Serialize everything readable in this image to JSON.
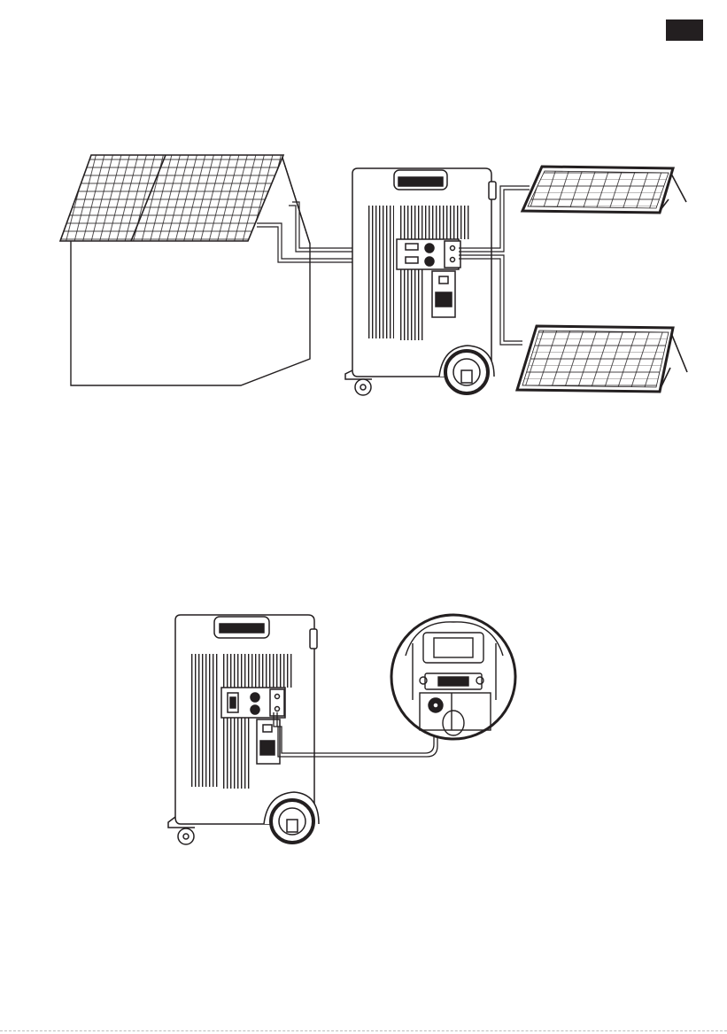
{
  "page": {
    "corner_tab_color": "#231f20",
    "line_color": "#231f20"
  },
  "figure_top": {
    "elements": [
      "house-with-roof-solar-array",
      "power-station-rear",
      "portable-solar-panel-upper",
      "portable-solar-panel-lower"
    ]
  },
  "figure_bottom": {
    "elements": [
      "power-station-rear",
      "charging-port-detail-callout"
    ]
  }
}
